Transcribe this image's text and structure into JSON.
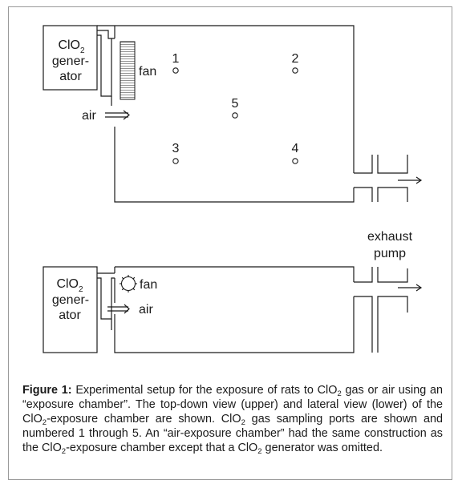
{
  "top_view": {
    "generator_line1": "ClO",
    "generator_sub": "2",
    "generator_line2": "gener-",
    "generator_line3": "ator",
    "fan_label": "fan",
    "air_label": "air",
    "ports": [
      {
        "label": "1"
      },
      {
        "label": "2"
      },
      {
        "label": "3"
      },
      {
        "label": "4"
      },
      {
        "label": "5"
      }
    ]
  },
  "side_view": {
    "generator_line1": "ClO",
    "generator_sub": "2",
    "generator_line2": "gener-",
    "generator_line3": "ator",
    "fan_label": "fan",
    "air_label": "air",
    "exhaust_line1": "exhaust",
    "exhaust_line2": "pump"
  },
  "caption": {
    "label": "Figure 1:",
    "parts": [
      {
        "text": " Experimental setup for the exposure of rats to ClO"
      },
      {
        "sub": "2"
      },
      {
        "text": " gas or air using an “exposure chamber”. The top-down view (upper) and lateral view (lower) of the ClO"
      },
      {
        "sub": "2"
      },
      {
        "text": "-exposure chamber are shown. ClO"
      },
      {
        "sub": "2"
      },
      {
        "text": " gas sampling ports are shown and numbered 1 through 5. An “air-exposure chamber” had the same construction as the ClO"
      },
      {
        "sub": "2"
      },
      {
        "text": "-exposure chamber except that a ClO"
      },
      {
        "sub": "2"
      },
      {
        "text": " generator was omitted."
      }
    ]
  }
}
